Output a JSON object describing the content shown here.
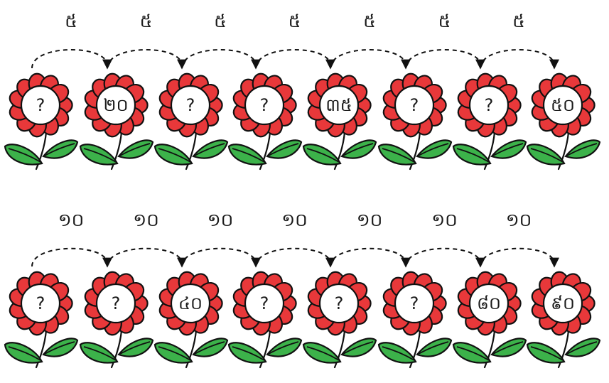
{
  "rows": [
    {
      "step_labels": [
        "៥",
        "៥",
        "៥",
        "៥",
        "៥",
        "៥",
        "៥"
      ],
      "flowers": [
        "?",
        "២០",
        "?",
        "?",
        "៣៥",
        "?",
        "?",
        "៥០"
      ]
    },
    {
      "step_labels": [
        "១០",
        "១០",
        "១០",
        "១០",
        "១០",
        "១០",
        "១០"
      ],
      "flowers": [
        "?",
        "?",
        "៤០",
        "?",
        "?",
        "?",
        "៨០",
        "៩០"
      ]
    }
  ],
  "colors": {
    "petal": "#e8383a",
    "leaf": "#3cb24a",
    "outline": "#111111",
    "center": "#ffffff"
  }
}
